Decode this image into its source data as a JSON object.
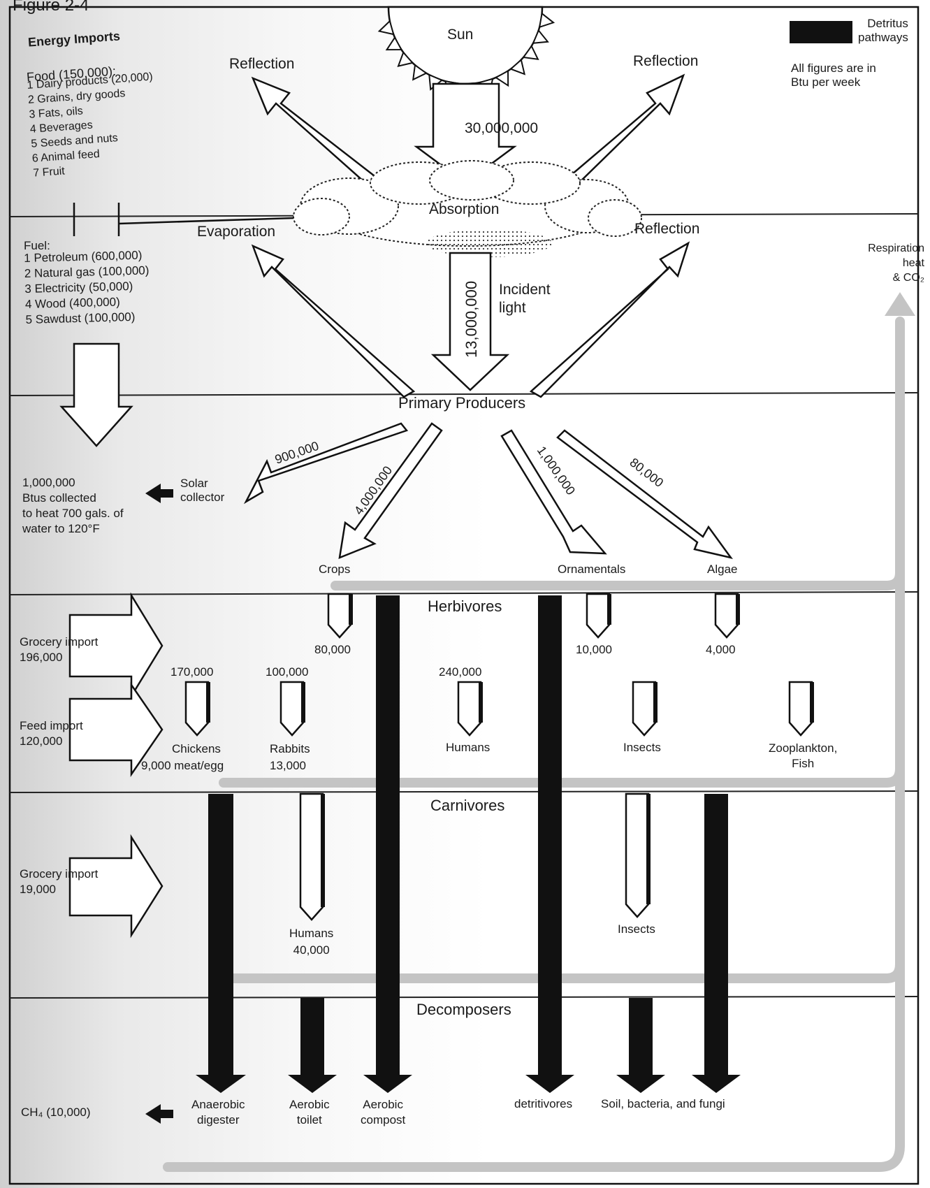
{
  "figure": {
    "caption": "Figure 2-4"
  },
  "legend": {
    "detritus": "Detritus\npathways",
    "units": "All figures are in\nBtu per week"
  },
  "energy_imports": {
    "heading": "Energy Imports",
    "food_heading": "Food (150,000):",
    "food_items": [
      "1  Dairy products (20,000)",
      "2  Grains, dry goods",
      "3  Fats, oils",
      "4  Beverages",
      "5  Seeds and nuts",
      "6  Animal feed",
      "7  Fruit"
    ],
    "fuel_heading": "Fuel:",
    "fuel_items": [
      "1  Petroleum (600,000)",
      "2  Natural gas (100,000)",
      "3  Electricity (50,000)",
      "4  Wood (400,000)",
      "5  Sawdust (100,000)"
    ]
  },
  "sky": {
    "sun": "Sun",
    "reflection_left": "Reflection",
    "reflection_right": "Reflection",
    "sun_flow": "30,000,000",
    "absorption": "Absorption",
    "evaporation": "Evaporation",
    "reflection_lower": "Reflection",
    "incident_value": "13,000,000",
    "incident_label": "Incident\nlight",
    "respiration": "Respiration\nheat\n& CO₂"
  },
  "producers": {
    "band_label": "Primary Producers",
    "solar_value": "900,000",
    "solar_collector": "Solar\ncollector",
    "solar_note": "1,000,000\nBtus collected\nto heat 700 gals. of\nwater to 120°F",
    "crops_value": "4,000,000",
    "ornamentals_value": "1,000,000",
    "algae_value": "80,000",
    "crops": "Crops",
    "ornamentals": "Ornamentals",
    "algae": "Algae"
  },
  "herbivores": {
    "band_label": "Herbivores",
    "grocery_import": "Grocery import\n196,000",
    "feed_import": "Feed import\n120,000",
    "crops_out": "80,000",
    "ornamentals_out": "10,000",
    "algae_out": "4,000",
    "chickens_in": "170,000",
    "rabbits_in": "100,000",
    "humans_in": "240,000",
    "chickens": "Chickens",
    "chickens_out": "9,000 meat/egg",
    "rabbits": "Rabbits",
    "rabbits_out": "13,000",
    "humans": "Humans",
    "insects": "Insects",
    "zooplankton": "Zooplankton,\nFish"
  },
  "carnivores": {
    "band_label": "Carnivores",
    "grocery_import": "Grocery import\n19,000",
    "humans": "Humans\n40,000",
    "insects": "Insects"
  },
  "decomposers": {
    "band_label": "Decomposers",
    "methane": "CH₄ (10,000)",
    "anaerobic": "Anaerobic\ndigester",
    "aerobic_toilet": "Aerobic\ntoilet",
    "aerobic_compost": "Aerobic\ncompost",
    "detritivores": "detritivores",
    "soil": "Soil, bacteria, and fungi"
  }
}
